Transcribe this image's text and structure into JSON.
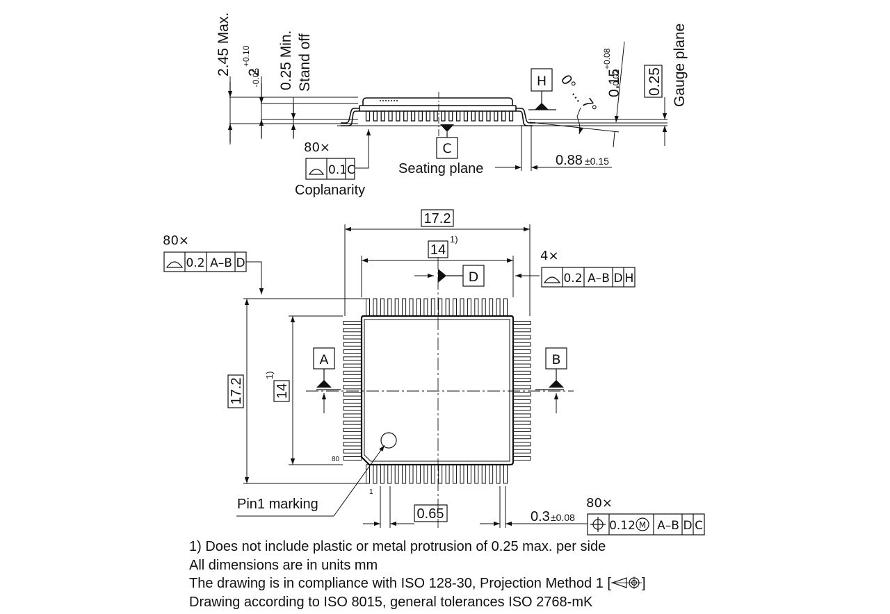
{
  "side_view": {
    "dim_max_height": "2.45 Max.",
    "dim_body_nominal": "2",
    "dim_body_tol_plus": "+0.10",
    "dim_body_tol_minus": "-0.05",
    "dim_standoff": "0.25 Min.",
    "dim_standoff_label": "Stand off",
    "datum_h": "H",
    "datum_c": "C",
    "angle_start": "0°",
    "angle_dots": "...",
    "angle_end": "7°",
    "dim_lead_thickness": "0.15",
    "dim_lead_thickness_plus": "+0.08",
    "dim_lead_thickness_minus": "-0.02",
    "dim_gauge": "0.25",
    "gauge_label": "Gauge plane",
    "seating_label": "Seating plane",
    "dim_foot_length": "0.88",
    "dim_foot_length_tol": "±0.15",
    "coplanarity_count": "80×",
    "coplanarity_value": "0.1",
    "coplanarity_datum": "C",
    "coplanarity_label": "Coplanarity"
  },
  "top_view": {
    "dim_total_width": "17.2",
    "dim_body_width": "14",
    "note_ref": "1)",
    "dim_total_height": "17.2",
    "dim_body_height": "14",
    "datum_a": "A",
    "datum_b": "B",
    "datum_d": "D",
    "pin1_label": "Pin1 marking",
    "pin_80": "80",
    "pin_1": "1",
    "pitch": "0.65",
    "lead_width": "0.3",
    "lead_width_tol": "±0.08",
    "fcf_left": {
      "count": "80×",
      "value": "0.2",
      "datums": [
        "A–B",
        "D"
      ]
    },
    "fcf_right": {
      "count": "4×",
      "value": "0.2",
      "datums": [
        "A–B",
        "D",
        "H"
      ]
    },
    "fcf_position": {
      "count": "80×",
      "value": "0.12",
      "modifier": "M",
      "datums": [
        "A–B",
        "D",
        "C"
      ]
    }
  },
  "notes": {
    "line1": "1) Does not include plastic or metal protrusion of 0.25 max. per side",
    "line2": "All dimensions are in units mm",
    "line3": "The drawing is in compliance with ISO 128-30, Projection Method 1 [",
    "line3_end": "]",
    "line4": "Drawing according to ISO 8015, general tolerances ISO 2768-mK"
  }
}
